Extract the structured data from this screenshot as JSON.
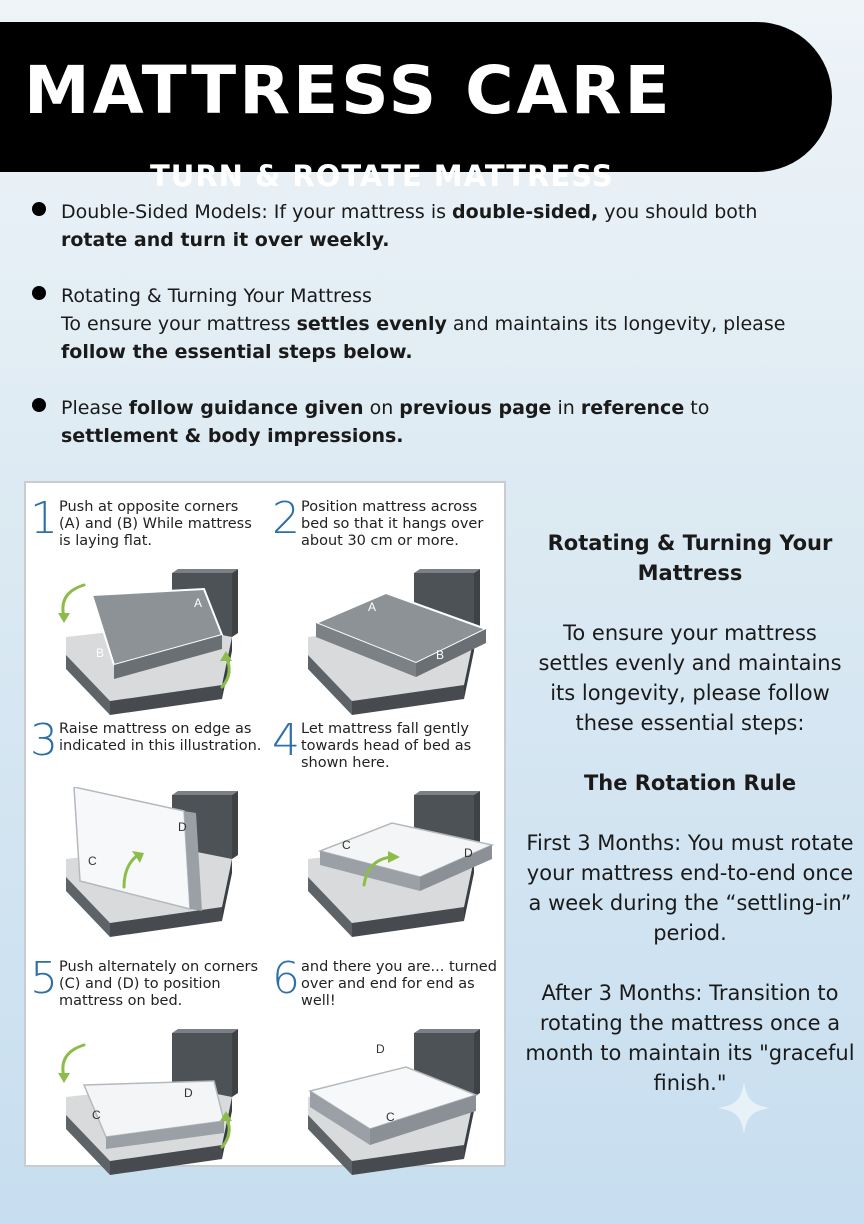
{
  "header": {
    "title": "MATTRESS CARE",
    "subtitle": "TURN & ROTATE MATTRESS"
  },
  "bullets": [
    {
      "parts": [
        {
          "t": "Double-Sided Models: If your mattress is ",
          "b": false
        },
        {
          "t": "double-sided,",
          "b": true
        },
        {
          "t": " you should both ",
          "b": false
        },
        {
          "t": "rotate and turn it over weekly.",
          "b": true
        }
      ]
    },
    {
      "parts": [
        {
          "t": "Rotating & Turning Your Mattress",
          "b": false,
          "br": true
        },
        {
          "t": "To ensure your mattress ",
          "b": false
        },
        {
          "t": "settles evenly",
          "b": true
        },
        {
          "t": " and maintains its longevity, please ",
          "b": false
        },
        {
          "t": "follow the essential steps below.",
          "b": true
        }
      ]
    },
    {
      "parts": [
        {
          "t": "Please ",
          "b": false
        },
        {
          "t": "follow guidance given",
          "b": true
        },
        {
          "t": " on ",
          "b": false
        },
        {
          "t": "previous page",
          "b": true
        },
        {
          "t": " in ",
          "b": false
        },
        {
          "t": "reference",
          "b": true
        },
        {
          "t": " to ",
          "b": false
        },
        {
          "t": "settlement & body impressions.",
          "b": true
        }
      ]
    }
  ],
  "steps": [
    {
      "num": "1",
      "text": "Push at opposite corners (A) and (B) While mattress is laying flat.",
      "scene": "flat-offset",
      "labels": [
        "A",
        "B"
      ],
      "arrows": "rotate"
    },
    {
      "num": "2",
      "text": "Position mattress across bed so that it hangs over about 30 cm or more.",
      "scene": "flat-across",
      "labels": [
        "A",
        "B"
      ],
      "arrows": "none"
    },
    {
      "num": "3",
      "text": "Raise mattress on edge as indicated in this illustration.",
      "scene": "raised",
      "labels": [
        "D",
        "C"
      ],
      "arrows": "up"
    },
    {
      "num": "4",
      "text": "Let mattress fall gently towards head of bed as shown here.",
      "scene": "falling",
      "labels": [
        "C",
        "D"
      ],
      "arrows": "over"
    },
    {
      "num": "5",
      "text": "Push alternately on corners (C) and (D) to position mattress on bed.",
      "scene": "flat-offset",
      "labels": [
        "D",
        "C"
      ],
      "arrows": "rotate"
    },
    {
      "num": "6",
      "text": "and there you are... turned over and end for end as well!",
      "scene": "final",
      "labels": [
        "D",
        "C"
      ],
      "arrows": "none"
    }
  ],
  "sidebar": {
    "heading": "Rotating & Turning Your Mattress",
    "intro": "To ensure your mattress settles evenly and maintains its longevity, please follow these essential steps:",
    "rule_heading": "The Rotation Rule",
    "first": "First 3 Months: You must rotate your mattress end-to-end once a week during the “settling-in” period.",
    "after": "After 3 Months: Transition to rotating the mattress once a month to maintain its \"graceful finish.\""
  },
  "colors": {
    "banner": "#000000",
    "number": "#2f6fa8",
    "arrow": "#8cbd4a",
    "base": "#5e6368"
  }
}
